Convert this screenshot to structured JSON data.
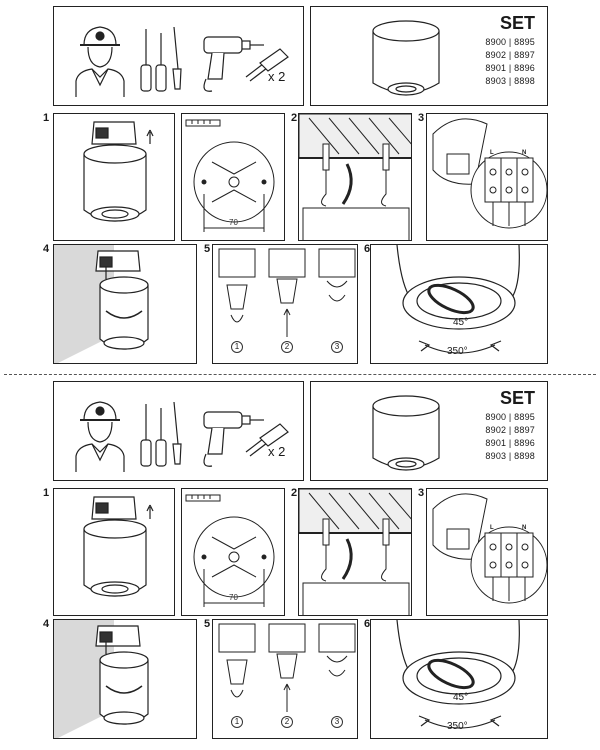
{
  "sheets": [
    {
      "set_label": "SET",
      "codes": [
        "8900 | 8895",
        "8902 | 8897",
        "8901 | 8896",
        "8903 | 8898"
      ],
      "anchor_count": "x 2",
      "steps": [
        "1",
        "2",
        "3",
        "4",
        "5",
        "6"
      ],
      "dimension": "70",
      "terminal_labels": [
        "L",
        "",
        "N"
      ],
      "bulb_steps": [
        "1",
        "2",
        "3"
      ],
      "tilt_angle": "45°",
      "rotation_angle": "350°"
    },
    {
      "set_label": "SET",
      "codes": [
        "8900 | 8895",
        "8902 | 8897",
        "8901 | 8896",
        "8903 | 8898"
      ],
      "anchor_count": "x 2",
      "steps": [
        "1",
        "2",
        "3",
        "4",
        "5",
        "6"
      ],
      "dimension": "70",
      "terminal_labels": [
        "L",
        "",
        "N"
      ],
      "bulb_steps": [
        "1",
        "2",
        "3"
      ],
      "tilt_angle": "45°",
      "rotation_angle": "350°"
    }
  ],
  "colors": {
    "line": "#222222",
    "shade": "#d9d9d9"
  }
}
